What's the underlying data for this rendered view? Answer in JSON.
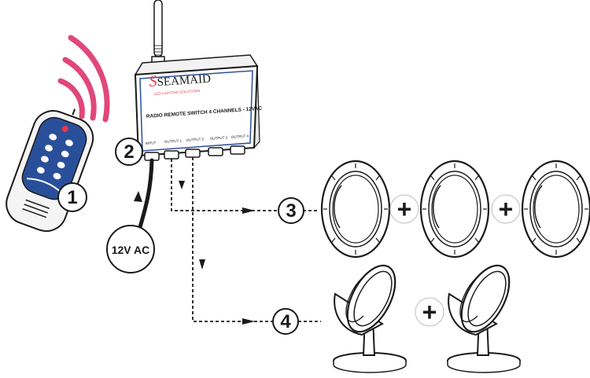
{
  "colors": {
    "brand_red": "#e8394a",
    "signal_pink": "#e0477a",
    "remote_blue": "#2a4f9a",
    "line": "#1a1a1a"
  },
  "device": {
    "logo": "SEAMAID",
    "logo_tagline": "LED LIGHTING SOLUTIONS",
    "label": "RADIO REMOTE SWITCH 4 CHANNELS - 12VAC",
    "ports": [
      "INPUT",
      "OUTPUT 1",
      "OUTPUT 2",
      "OUTPUT 3",
      "OUTPUT 4"
    ]
  },
  "callouts": {
    "remote": "1",
    "switch_box": "2",
    "output_1": "3",
    "output_2": "4"
  },
  "power": {
    "label": "12V AC"
  },
  "plus_sign": "+"
}
